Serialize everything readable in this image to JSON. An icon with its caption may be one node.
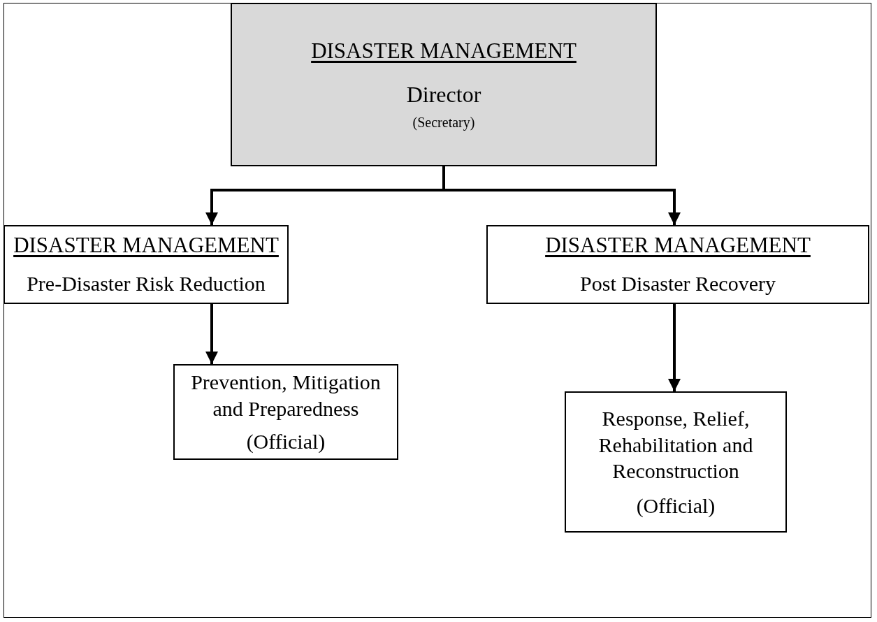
{
  "diagram": {
    "nodes": [
      {
        "text": [
          "DISASTER MANAGEMENT",
          "Director",
          "(Secretary)"
        ]
      },
      {
        "text": [
          "DISASTER MANAGEMENT",
          "Pre-Disaster Risk Reduction"
        ]
      },
      {
        "text": [
          "DISASTER MANAGEMENT",
          "Post Disaster Recovery"
        ]
      },
      {
        "text": [
          "Prevention, Mitigation and Preparedness",
          "(Official)"
        ]
      },
      {
        "text": [
          "Response, Relief, Rehabilitation and Reconstruction",
          "(Official)"
        ]
      }
    ],
    "edges": [
      {
        "from": 0,
        "to": 1,
        "arrow": "to"
      },
      {
        "from": 0,
        "to": 2,
        "arrow": "to"
      },
      {
        "from": 1,
        "to": 3,
        "arrow": "to"
      },
      {
        "from": 2,
        "to": 4,
        "arrow": "to"
      }
    ]
  }
}
